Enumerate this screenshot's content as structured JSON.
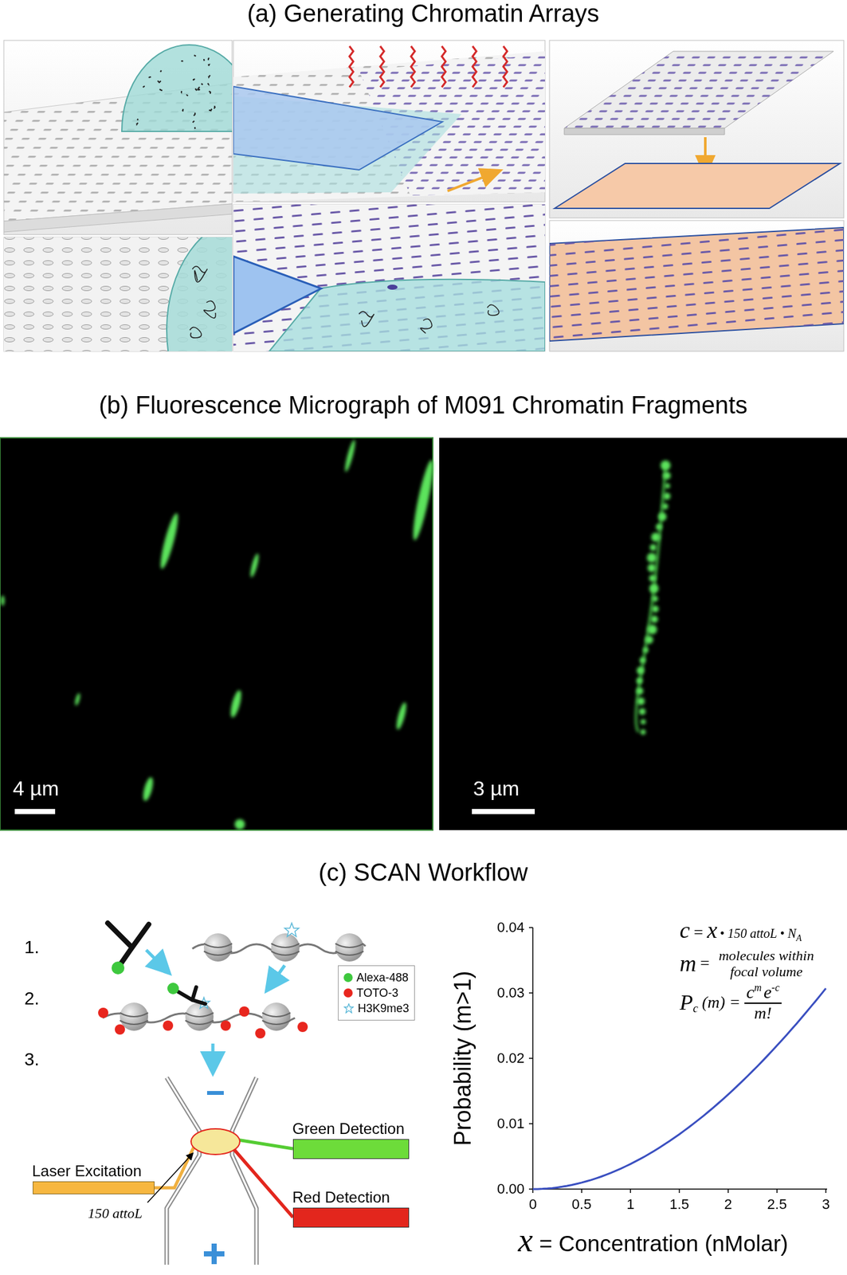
{
  "diagram": {
    "nodes": [
      {
        "text": [
          "Laser Excitation"
        ]
      },
      {
        "text": [
          "Green Detection"
        ]
      },
      {
        "text": [
          "Red Detection"
        ]
      }
    ],
    "labels": [
      "(a) Generating Chromatin Arrays",
      "(b) Fluorescence Micrograph of M091 Chromatin Fragments",
      "4 µm",
      "3 µm",
      "(c) SCAN Workflow",
      "1.",
      "2.",
      "3.",
      "150 attoL",
      "0.04",
      "0.03",
      "0.02",
      "0.01",
      "0.00",
      "0",
      "0.5",
      "1",
      "1.5",
      "2",
      "2.5",
      "3",
      "Probability (m>1)",
      "x",
      "= Concentration (nMolar)",
      "c",
      "=",
      "x",
      "• 150 attoL • N",
      "A",
      "m",
      "=",
      "molecules within focal volume",
      "P",
      "c",
      "(m) =",
      "c",
      "m",
      "e",
      "-c",
      "m!"
    ],
    "legend": [
      {
        "text": "Alexa-488",
        "color": "#3ec83e"
      },
      {
        "text": "TOTO-3",
        "color": "#e8261e"
      },
      {
        "text": "H3K9me3"
      }
    ]
  }
}
